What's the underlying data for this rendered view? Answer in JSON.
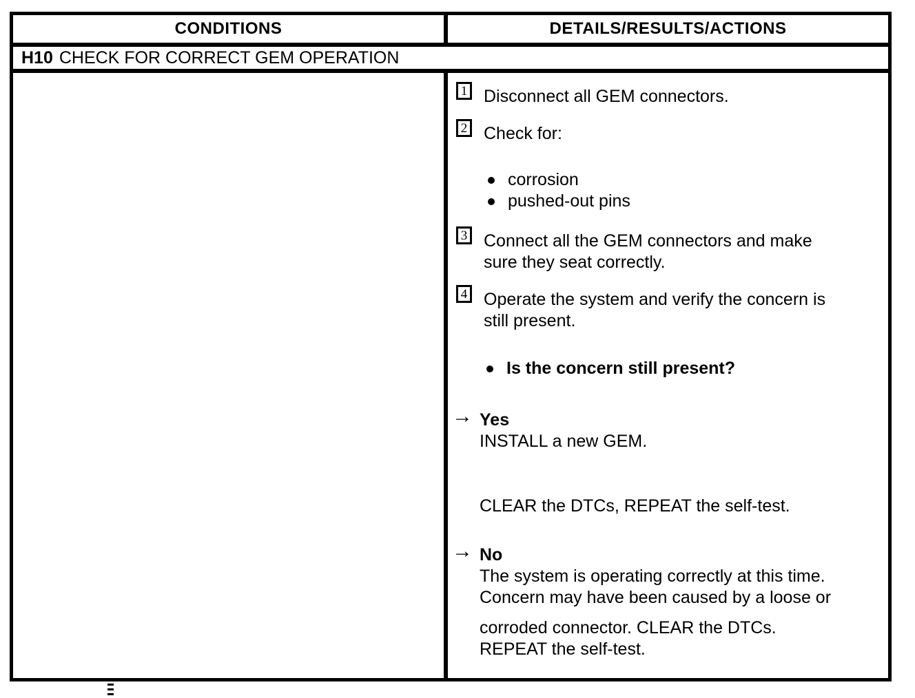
{
  "colors": {
    "ink": "#000000",
    "paper": "#ffffff"
  },
  "icons": {
    "arrow": "→",
    "bullet": "●"
  },
  "table": {
    "headers": [
      "CONDITIONS",
      "DETAILS/RESULTS/ACTIONS"
    ],
    "test": {
      "id": "H10",
      "title": "CHECK FOR CORRECT GEM OPERATION"
    }
  },
  "details": {
    "steps": [
      {
        "num": "1",
        "lines": [
          "Disconnect all GEM connectors."
        ]
      },
      {
        "num": "2",
        "lines": [
          "Check for:"
        ]
      },
      {
        "num": "3",
        "lines": [
          "Connect all the GEM connectors and make",
          "sure they seat correctly."
        ]
      },
      {
        "num": "4",
        "lines": [
          "Operate the system and verify the concern is",
          "still present."
        ]
      }
    ],
    "check_bullets": [
      "corrosion",
      "pushed-out pins"
    ],
    "question": "Is the concern still present?",
    "results": [
      {
        "label": "Yes",
        "lines": [
          "INSTALL a new GEM.",
          "CLEAR the DTCs, REPEAT the self-test."
        ]
      },
      {
        "label": "No",
        "lines": [
          "The system is operating correctly at this time.",
          "Concern may have been caused by a loose or",
          "corroded connector. CLEAR the DTCs.",
          "REPEAT the self-test."
        ]
      }
    ]
  }
}
